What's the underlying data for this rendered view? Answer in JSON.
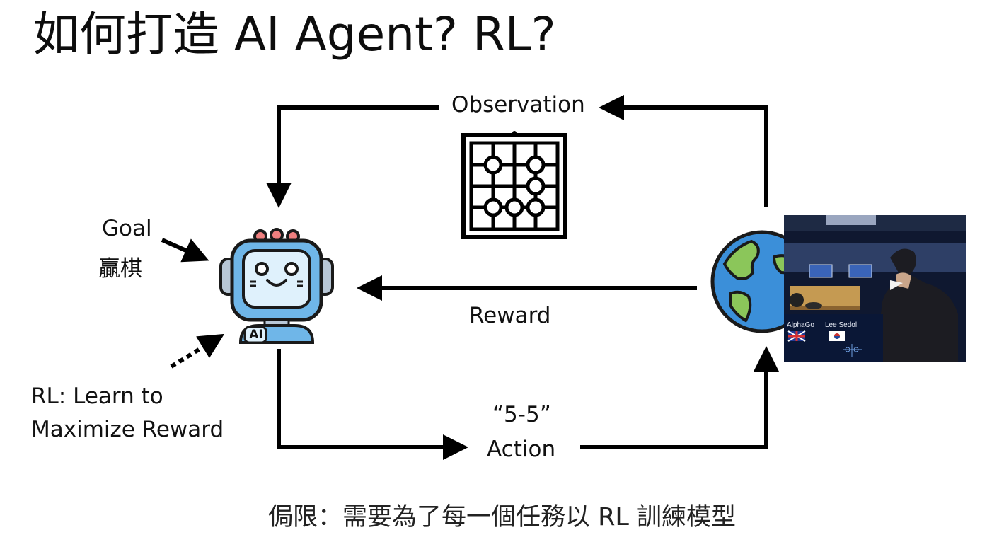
{
  "title": "如何打造 AI Agent? RL?",
  "labels": {
    "observation": "Observation",
    "reward": "Reward",
    "action_quote": "“5-5”",
    "action": "Action",
    "goal": "Goal",
    "goal_sub": "贏棋",
    "rl_line1": "RL: Learn to",
    "rl_line2": "Maximize Reward"
  },
  "agent_badge": "AI",
  "photo": {
    "player_left": "AlphaGo",
    "player_right": "Lee Sedol"
  },
  "footer": "侷限：需要為了每一個任務以 RL 訓練模型",
  "icons": {
    "agent": "robot-ai-icon",
    "environment": "earth-globe-icon",
    "observation": "go-board-icon"
  },
  "colors": {
    "arrow": "#000000",
    "robot_face": "#9fd4f4",
    "robot_outline": "#1a1a1a",
    "robot_accent": "#ef7f7f",
    "earth_ocean": "#3b8fd9",
    "earth_land": "#8bc65a"
  }
}
